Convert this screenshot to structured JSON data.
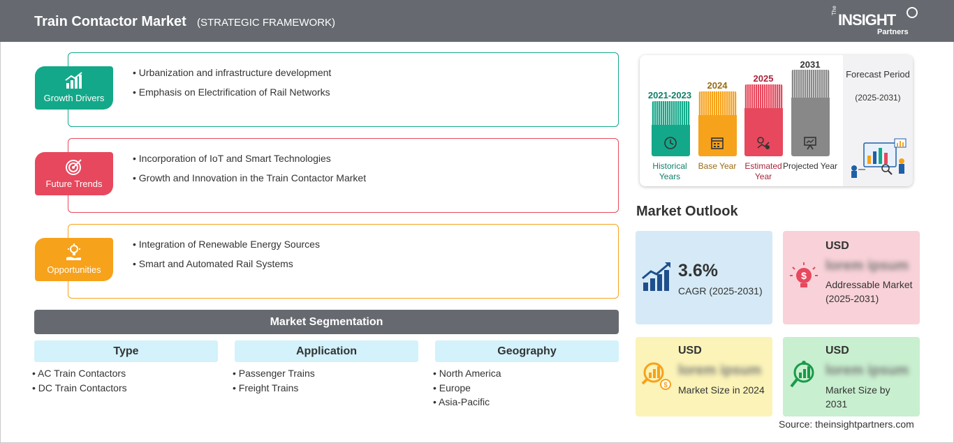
{
  "header": {
    "title": "Train Contactor Market",
    "subtitle": "(STRATEGIC FRAMEWORK)",
    "logo": {
      "the": "The",
      "insight": "INSIGHT",
      "partners": "Partners"
    }
  },
  "framework": [
    {
      "label": "Growth Drivers",
      "color": "#13a889",
      "icon": "growth-chart-icon",
      "items": [
        "Urbanization and infrastructure development",
        "Emphasis on Electrification of Rail Networks"
      ]
    },
    {
      "label": "Future Trends",
      "color": "#e7485d",
      "icon": "target-icon",
      "items": [
        "Incorporation of IoT and Smart Technologies",
        "Growth and Innovation in the Train Contactor Market"
      ]
    },
    {
      "label": "Opportunities",
      "color": "#f7a21b",
      "icon": "lightbulb-hand-icon",
      "items": [
        "Integration of Renewable Energy Sources",
        "Smart and Automated Rail Systems"
      ]
    }
  ],
  "segmentation": {
    "title": "Market Segmentation",
    "columns": [
      {
        "header": "Type",
        "items": [
          "AC Train Contactors",
          "DC Train Contactors"
        ]
      },
      {
        "header": "Application",
        "items": [
          "Passenger Trains",
          "Freight Trains"
        ]
      },
      {
        "header": "Geography",
        "items": [
          "North America",
          "Europe",
          "Asia-Pacific"
        ]
      }
    ]
  },
  "timeline": {
    "bars": [
      {
        "year": "2021-2023",
        "label": "Historical Years",
        "color": "#13a889",
        "year_color": "#0f7f69",
        "label_color": "#0f7f69",
        "icon": "history-icon"
      },
      {
        "year": "2024",
        "label": "Base Year",
        "color": "#f7a21b",
        "year_color": "#9a6a12",
        "label_color": "#9a6a12",
        "icon": "calendar-icon"
      },
      {
        "year": "2025",
        "label": "Estimated Year",
        "color": "#e7485d",
        "year_color": "#a8243a",
        "label_color": "#a8243a",
        "icon": "gear-chart-icon"
      },
      {
        "year": "2031",
        "label": "Projected Year",
        "color": "#888888",
        "year_color": "#333333",
        "label_color": "#333333",
        "icon": "presentation-icon"
      }
    ],
    "forecast_title": "Forecast Period",
    "forecast_years": "(2025-2031)"
  },
  "outlook": {
    "title": "Market Outlook",
    "cagr": {
      "value": "3.6%",
      "label": "CAGR (2025-2031)",
      "color": "#d5eaf6",
      "icon": "rising-bars-icon"
    },
    "addressable": {
      "usd": "USD",
      "value": "lorem ipsum",
      "label": "Addressable Market (2025-2031)",
      "color": "#f8d2d8",
      "icon": "lightbulb-dollar-icon"
    },
    "size_2024": {
      "usd": "USD",
      "value": "lorem ipsum",
      "label": "Market Size in 2024",
      "color": "#fbf3b8",
      "icon": "magnifier-dollar-icon"
    },
    "size_2031": {
      "usd": "USD",
      "value": "lorem ipsum",
      "label": "Market Size by 2031",
      "color": "#c8efcf",
      "icon": "magnifier-chart-icon"
    }
  },
  "source": "Source: theinsightpartners.com"
}
